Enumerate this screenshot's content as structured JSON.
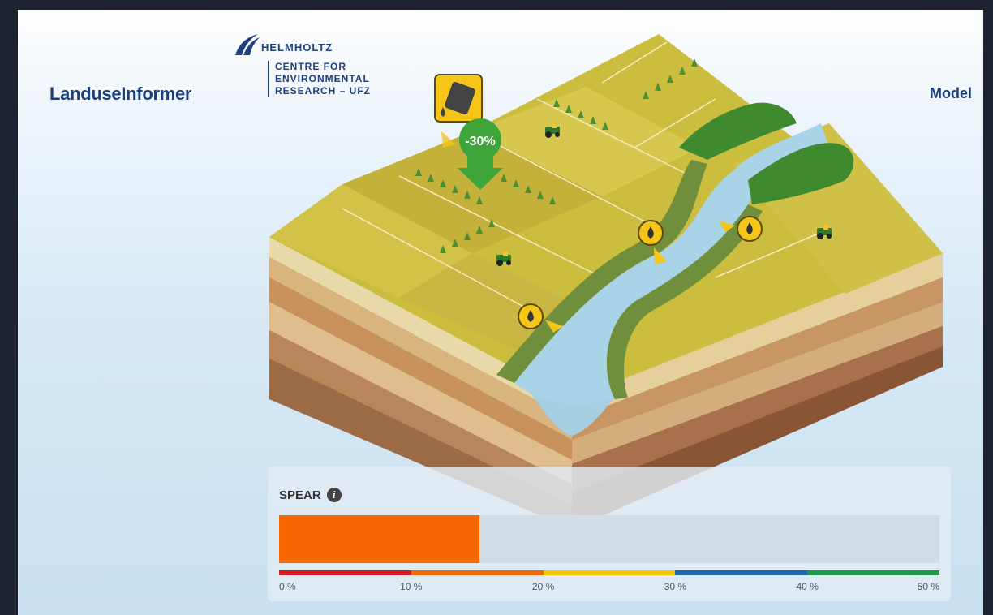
{
  "header": {
    "app_title": "LanduseInformer",
    "logo_name": "HELMHOLTZ",
    "logo_sub": [
      "CENTRE FOR",
      "ENVIRONMENTAL",
      "RESEARCH – UFZ"
    ],
    "model_link": "Model"
  },
  "scene": {
    "reduction_label": "-30%"
  },
  "spear_panel": {
    "title": "SPEAR",
    "value_percent": 15.2,
    "scale_max": 50,
    "ticks": [
      "0 %",
      "10 %",
      "20 %",
      "30 %",
      "40 %",
      "50 %"
    ],
    "scale_colors": [
      "#d81a20",
      "#f76803",
      "#f7c400",
      "#1d66b0",
      "#1a9a48"
    ],
    "bar_color": "#f76803"
  }
}
